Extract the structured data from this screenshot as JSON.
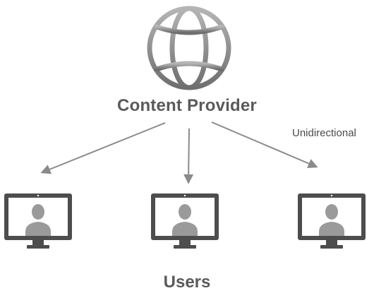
{
  "diagram": {
    "provider_label": "Content Provider",
    "direction_label": "Unidirectional",
    "users_label": "Users",
    "icons": {
      "provider": "globe-icon",
      "user": "monitor-user-icon"
    },
    "colors": {
      "text": "#5a5a5a",
      "arrow": "#8a8a8a",
      "monitor": "#4d4d4d",
      "screen": "#ffffff",
      "avatar": "#9a9a9a"
    }
  }
}
